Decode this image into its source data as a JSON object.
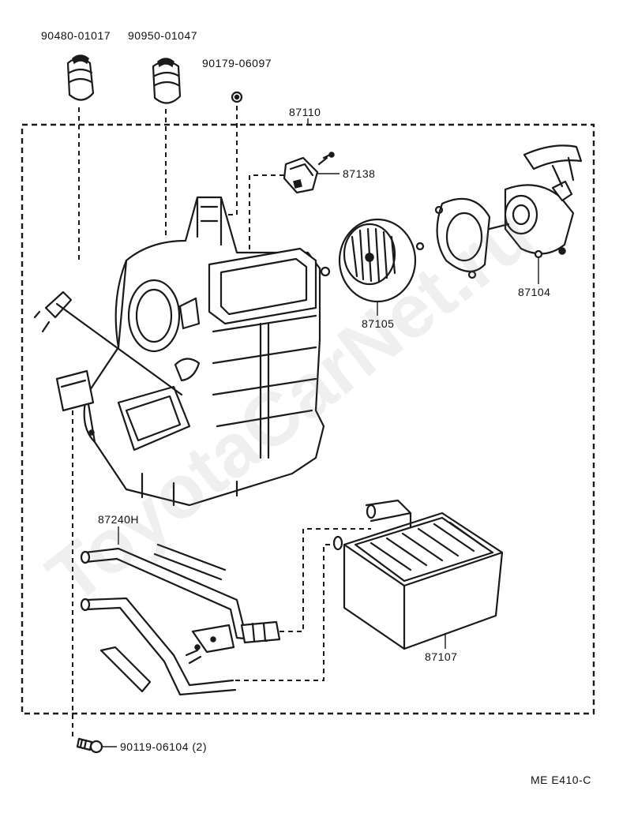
{
  "watermark": "ToyotaCarNet.ru",
  "drawing_code": "ME E410-C",
  "parts": {
    "p90480": "90480-01017",
    "p90950": "90950-01047",
    "p90179": "90179-06097",
    "p87110": "87110",
    "p87138": "87138",
    "p87104": "87104",
    "p87105": "87105",
    "p87240": "87240H",
    "p87107": "87107",
    "p90119": "90119-06104 (2)"
  }
}
